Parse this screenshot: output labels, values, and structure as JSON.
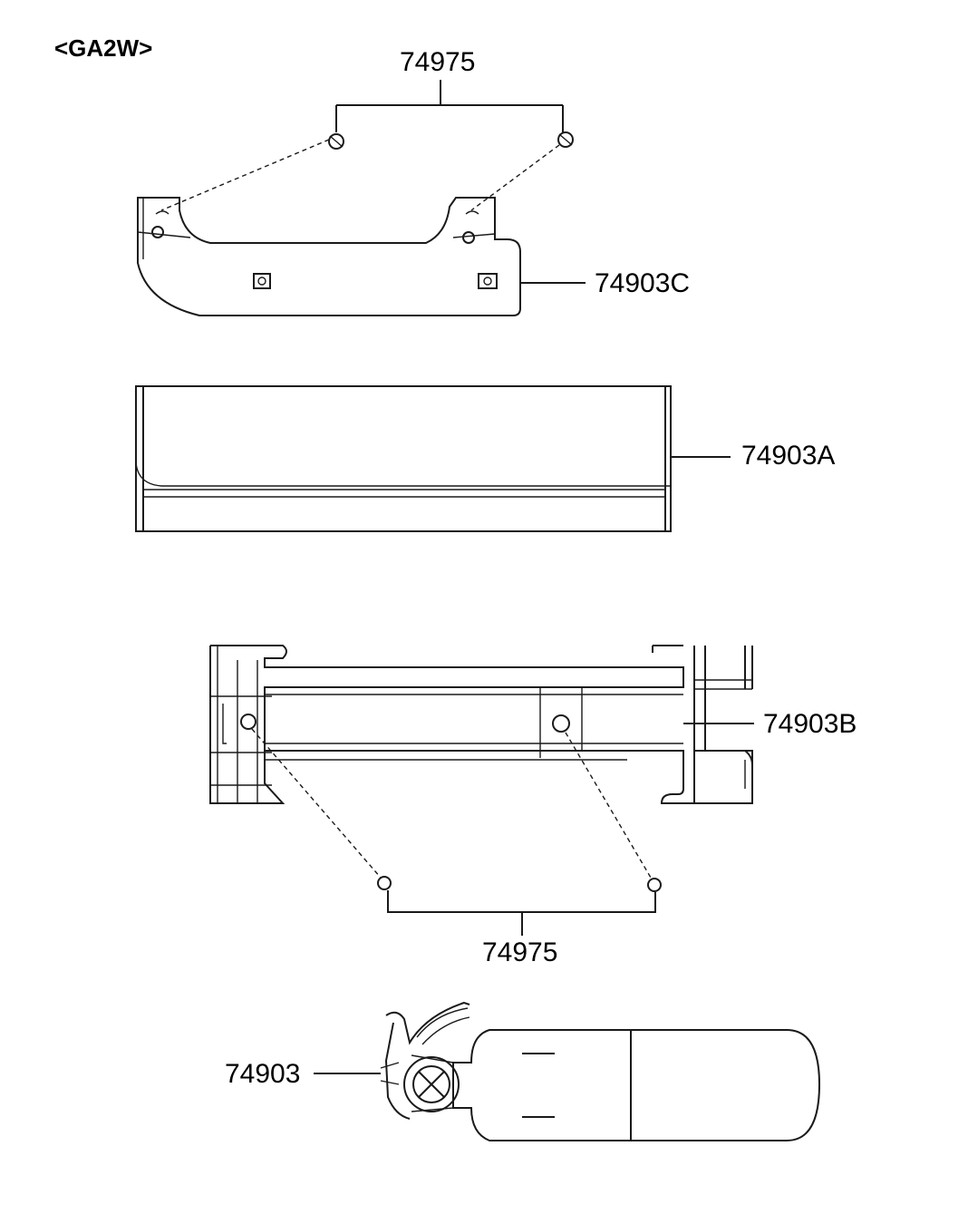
{
  "model_code": "<GA2W>",
  "labels": {
    "clip_top": "74975",
    "cover": "74903C",
    "case": "74903A",
    "bracket": "74903B",
    "clip_bottom": "74975",
    "extinguisher": "74903"
  }
}
